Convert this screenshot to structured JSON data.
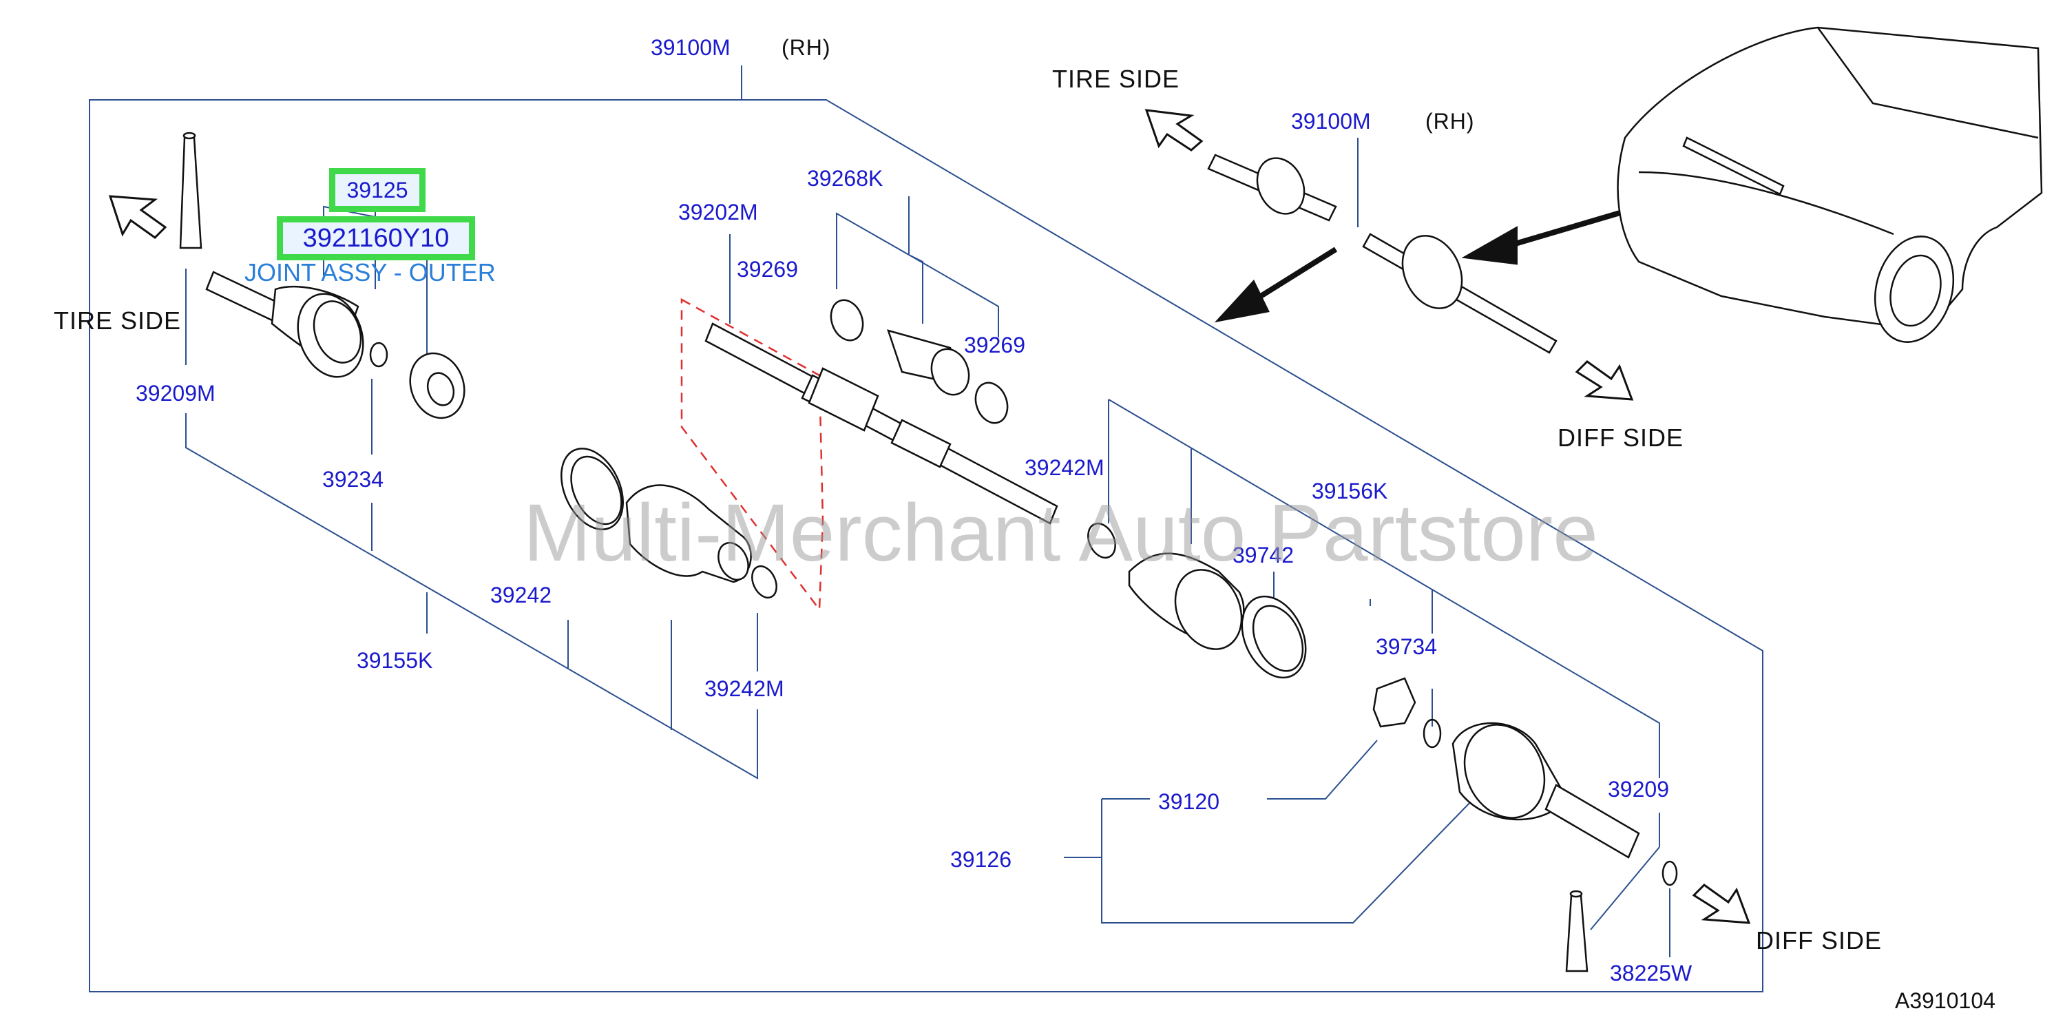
{
  "labels": {
    "top_main": "39100M",
    "top_rh": "(RH)",
    "inset_main": "39100M",
    "inset_rh": "(RH)",
    "tire_side_left": "TIRE  SIDE",
    "tire_side_inset": "TIRE  SIDE",
    "diff_side_inset": "DIFF  SIDE",
    "diff_side_bottom": "DIFF  SIDE",
    "p39125": "39125",
    "p3921160Y10": "3921160Y10",
    "joint_assy": "JOINT ASSY - OUTER",
    "p39209M": "39209M",
    "p39234": "39234",
    "p39155K": "39155K",
    "p39242": "39242",
    "p39242M_a": "39242M",
    "p39202M": "39202M",
    "p39269_a": "39269",
    "p39268K": "39268K",
    "p39269_b": "39269",
    "p39242M_b": "39242M",
    "p39156K": "39156K",
    "p39742": "39742",
    "p39734": "39734",
    "p39120": "39120",
    "p39126": "39126",
    "p39209": "39209",
    "p38225W": "38225W",
    "diagram_code": "A3910104"
  },
  "watermark": "Multi-Merchant Auto Partstore",
  "colors": {
    "part_number": "#1a1acc",
    "highlight_border": "#3fd94a",
    "highlight_fill": "#e9f4ff",
    "leader_line": "#2b4f8f",
    "description": "#2a7fd8",
    "dashed_box": "#e03030"
  }
}
